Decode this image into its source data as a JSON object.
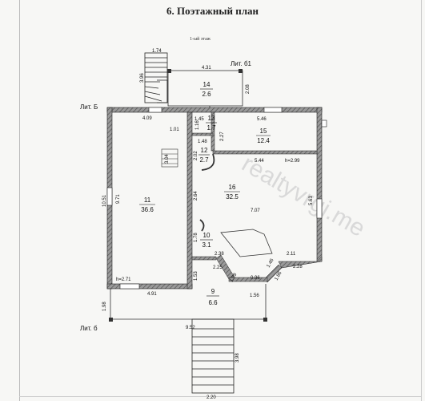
{
  "page": {
    "title": "6. Поэтажный план",
    "floor_label": "1-ый этаж"
  },
  "lit_labels": {
    "lit_b1": "Лит. б1",
    "lit_B": "Лит. Б",
    "lit_b": "Лит. б"
  },
  "rooms": [
    {
      "number": "14",
      "area": "2.6"
    },
    {
      "number": "13",
      "area": "1.7"
    },
    {
      "number": "15",
      "area": "12.4"
    },
    {
      "number": "12",
      "area": "2.7"
    },
    {
      "number": "11",
      "area": "36.6"
    },
    {
      "number": "16",
      "area": "32.5"
    },
    {
      "number": "10",
      "area": "3.1"
    },
    {
      "number": "9",
      "area": "6.6"
    }
  ],
  "dimensions": {
    "d_174": "1.74",
    "d_431": "4.31",
    "d_396": "3.96",
    "d_208": "2.08",
    "d_409": "4.09",
    "d_145": "1.45",
    "d_546": "5.46",
    "d_101": "1.01",
    "d_116": "1.16",
    "d_227": "2.27",
    "d_148": "1.48",
    "d_202": "2.02",
    "d_544": "5.44",
    "d_h299": "h=2.99",
    "d_304": "3.04",
    "d_1051": "10.51",
    "d_971": "9.71",
    "d_264": "2.64",
    "d_707": "7.07",
    "d_563": "5.63",
    "d_178": "1.78",
    "d_238": "2.38",
    "d_225": "2.25",
    "d_211": "2.11",
    "d_228": "2.28",
    "d_h271": "h=2.71",
    "d_153": "1.53",
    "d_189": "1.89",
    "d_096": "0.96",
    "d_146": "1.46",
    "d_186": "1.86",
    "d_491": "4.91",
    "d_156": "1.56",
    "d_198": "1.98",
    "d_952": "9.52",
    "d_398": "3.98",
    "d_220": "2.20"
  },
  "watermark": "realtyvrgi.me"
}
